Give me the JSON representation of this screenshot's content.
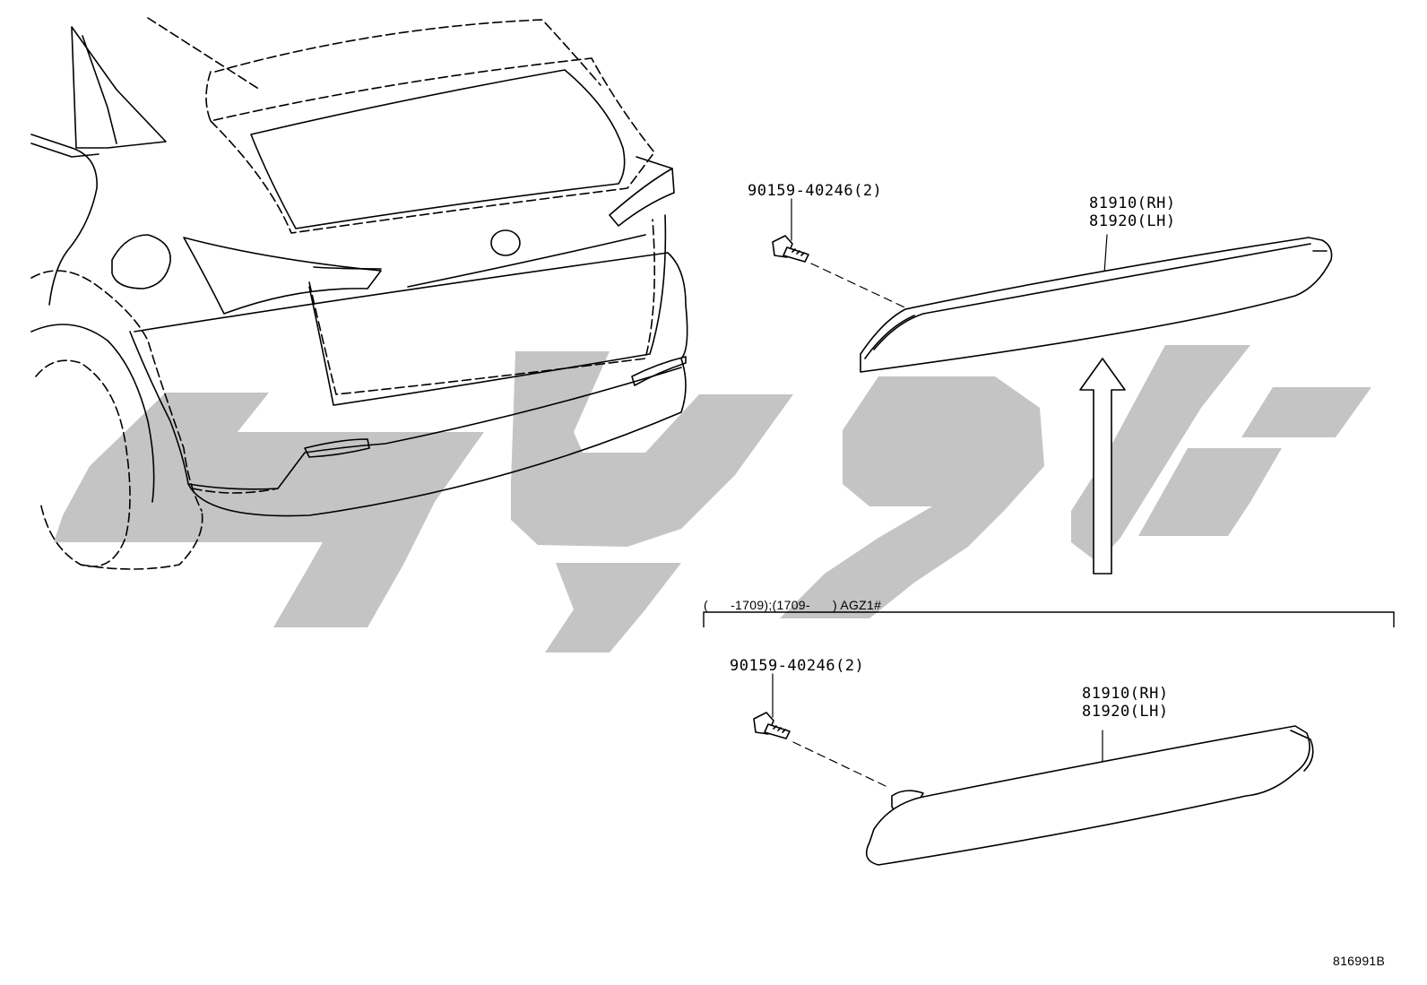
{
  "colors": {
    "line": "#000000",
    "watermark": "#c4c4c4",
    "background": "#ffffff"
  },
  "labels": {
    "upper_bolt": "90159-40246(2)",
    "upper_reflector_rh": "81910(RH)",
    "upper_reflector_lh": "81920(LH)",
    "variant_condition": "(      -1709);(1709-      ) AGZ1#",
    "lower_bolt": "90159-40246(2)",
    "lower_reflector_rh": "81910(RH)",
    "lower_reflector_lh": "81920(LH)",
    "figure_code": "816991B"
  },
  "icons": {
    "upper_arrow": "up-arrow-icon",
    "bolt": "bolt-icon"
  }
}
